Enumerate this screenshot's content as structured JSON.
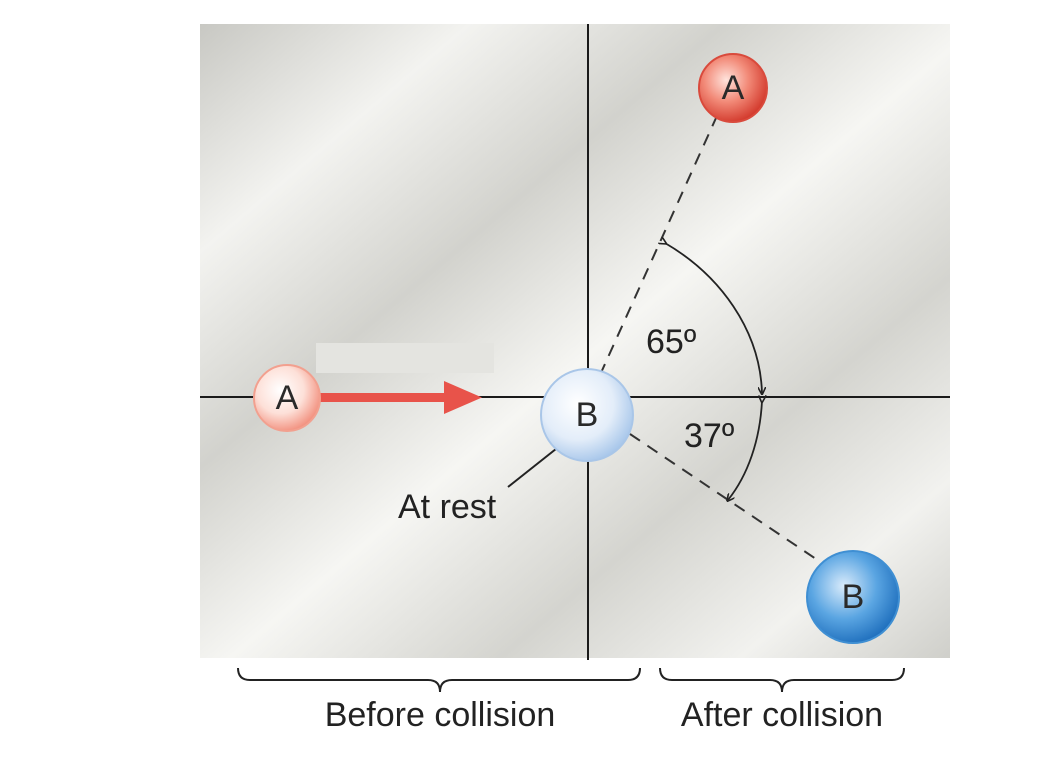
{
  "diagram": {
    "balls": {
      "a_before": {
        "label": "A",
        "color": "#f7a594"
      },
      "b_before": {
        "label": "B",
        "color": "#c9dcf2"
      },
      "a_after": {
        "label": "A",
        "color": "#e5574a"
      },
      "b_after": {
        "label": "B",
        "color": "#3c8fd6"
      }
    },
    "angles": {
      "a_after_angle": "65º",
      "b_after_angle": "37º"
    },
    "annotations": {
      "at_rest": "At rest"
    },
    "captions": {
      "before": "Before collision",
      "after": "After collision"
    },
    "colors": {
      "velocity_arrow": "#e8534a",
      "axes": "#1a1a1a"
    }
  }
}
